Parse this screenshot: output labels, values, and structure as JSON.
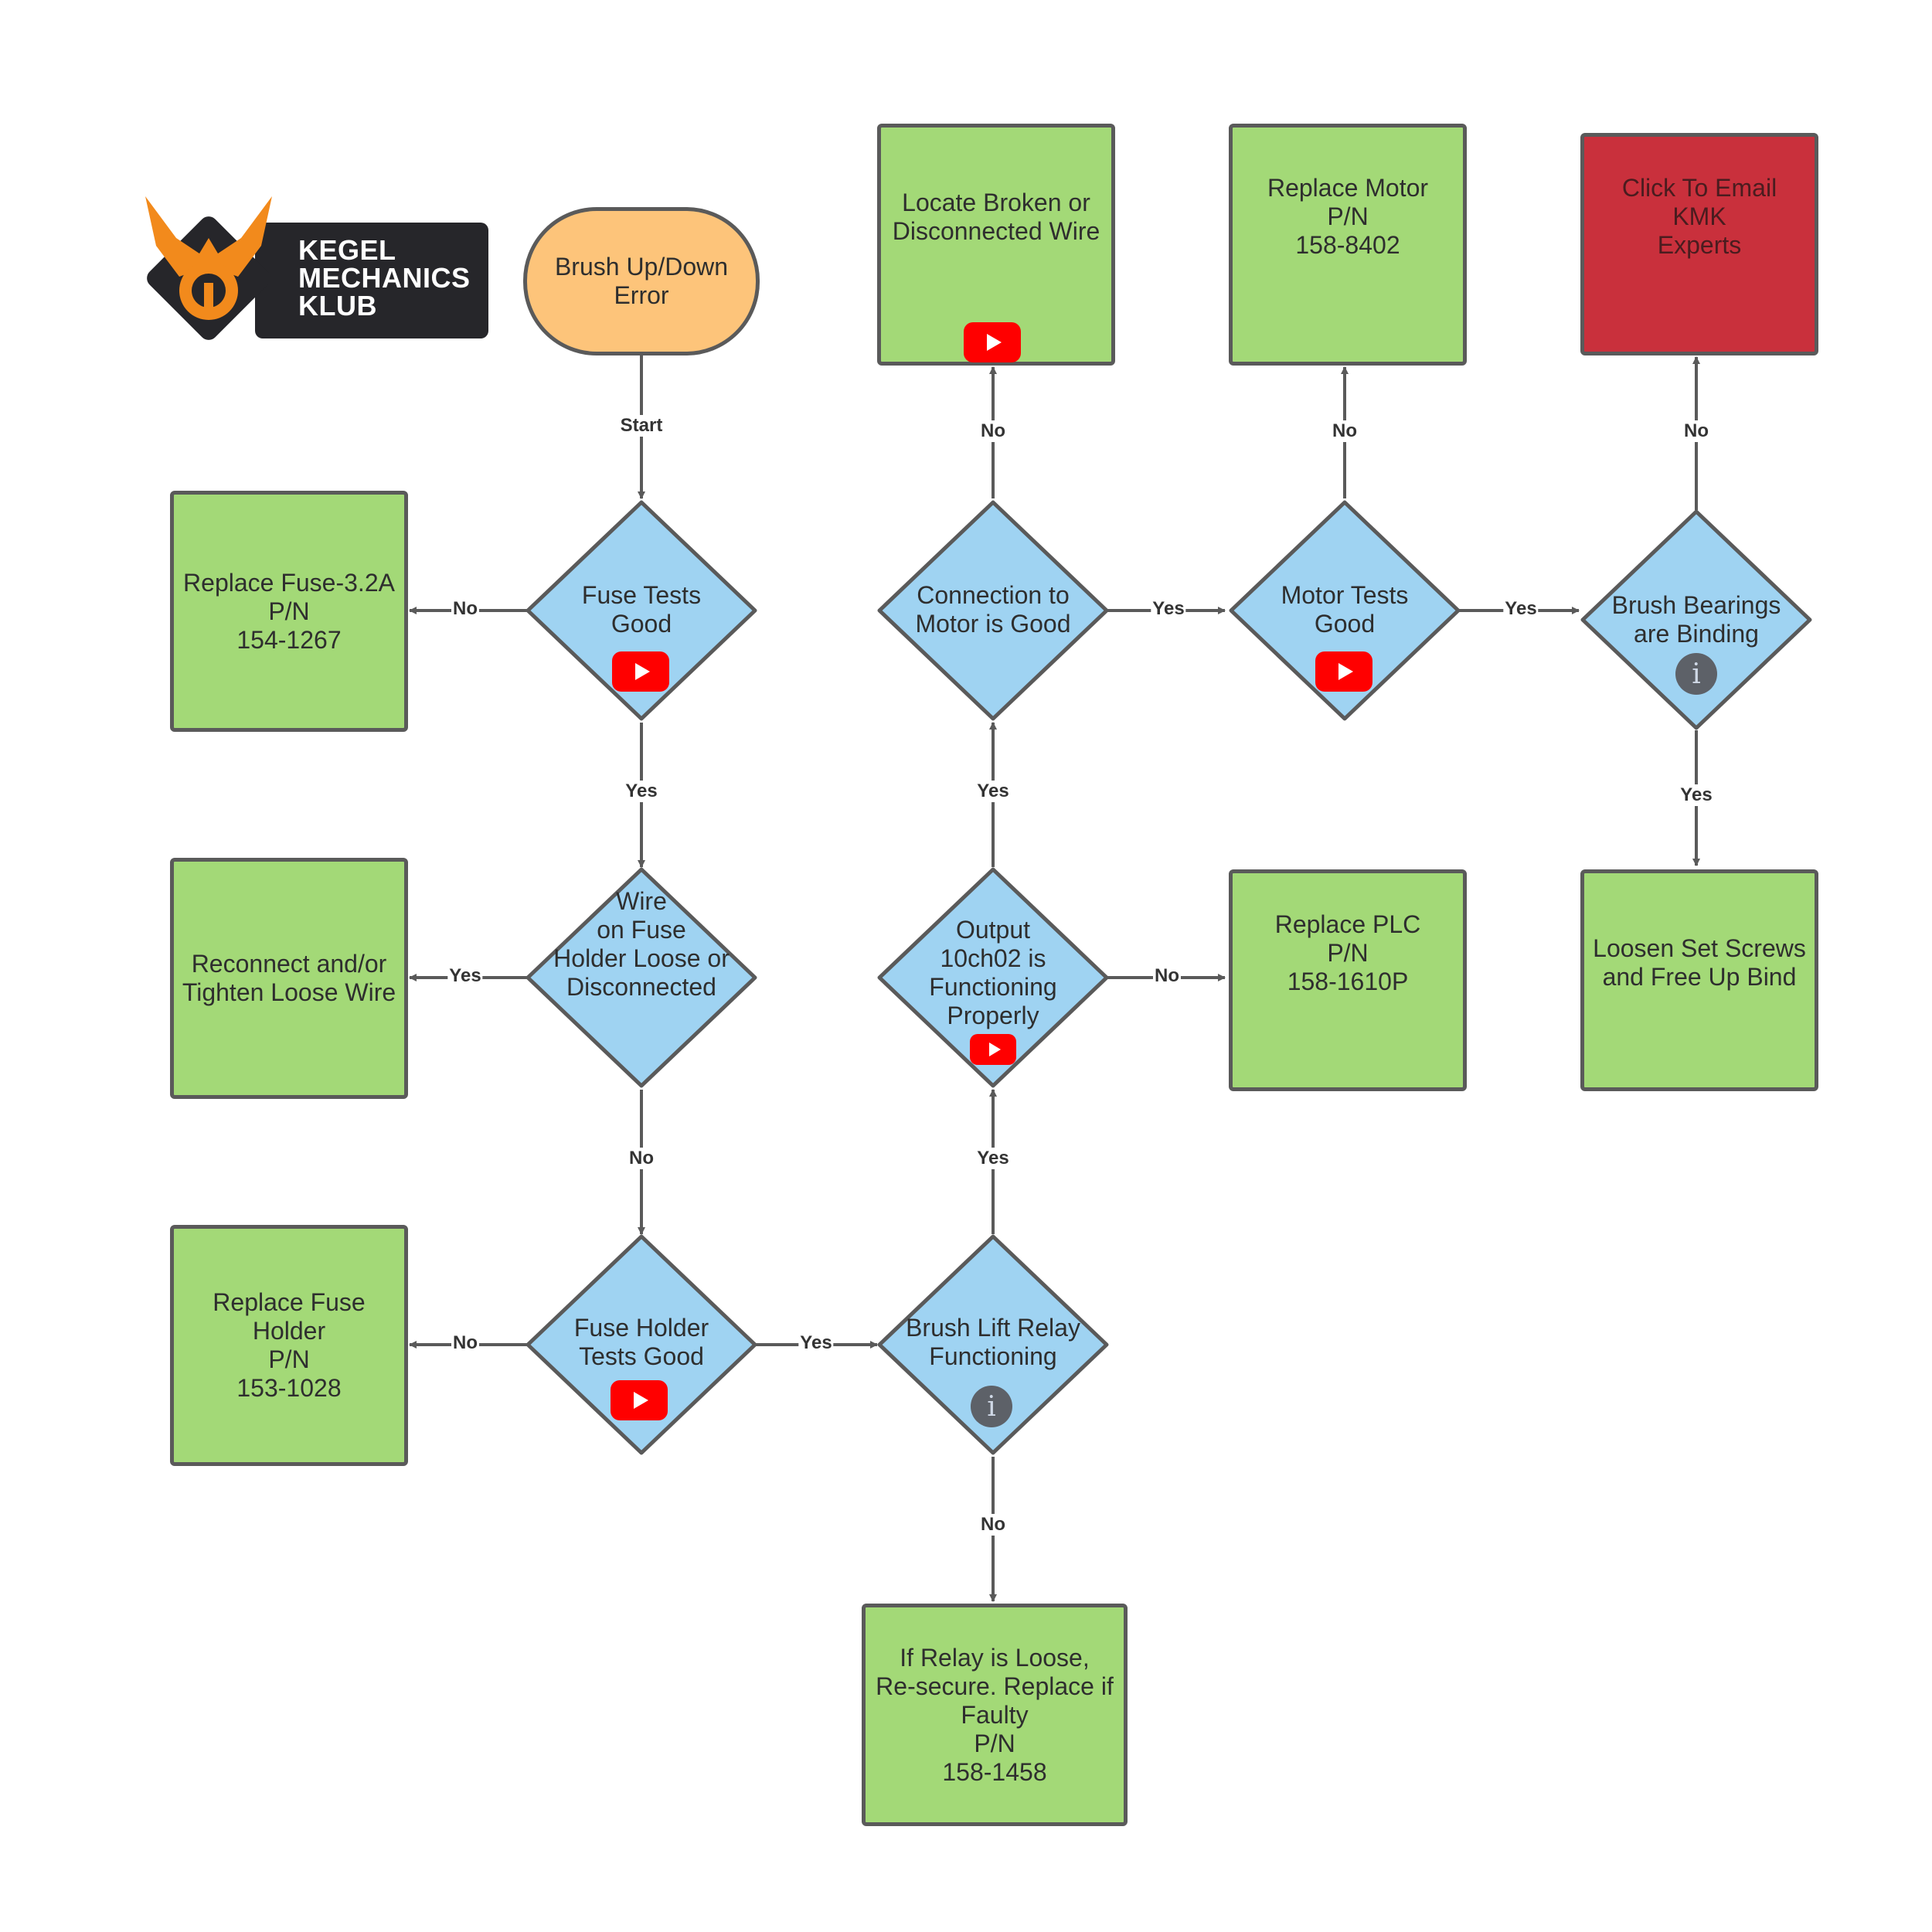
{
  "logo": {
    "text": "KEGEL\nMECHANICS\nKLUB"
  },
  "nodes": {
    "start": "Brush Up/Down\nError",
    "fuse_tests": "Fuse Tests\nGood",
    "replace_fuse": "Replace Fuse-3.2A\nP/N\n154-1267",
    "wire_loose": "Wire\non Fuse\nHolder Loose or\nDisconnected",
    "reconnect": "Reconnect and/or\nTighten Loose Wire",
    "fuse_holder_tests": "Fuse Holder\nTests Good",
    "replace_fuse_holder": "Replace Fuse\nHolder\nP/N\n153-1028",
    "relay_functioning": "Brush Lift Relay\nFunctioning",
    "relay_loose": "If Relay is Loose,\nRe-secure.  Replace if\nFaulty\nP/N\n158-1458",
    "output": "Output\n10ch02 is\nFunctioning\nProperly",
    "replace_plc": "Replace PLC\nP/N\n158-1610P",
    "connection": "Connection to\nMotor is Good",
    "locate_wire": "Locate Broken or\nDisconnected Wire",
    "motor_tests": "Motor Tests\nGood",
    "replace_motor": "Replace Motor\nP/N\n158-8402",
    "bearings": "Brush Bearings\nare Binding",
    "email": "Click To Email KMK\nExperts",
    "loosen": "Loosen Set Screws\nand Free Up Bind"
  },
  "edges": {
    "start": "Start",
    "yes": "Yes",
    "no": "No"
  },
  "colors": {
    "terminal": "#fdc47a",
    "decision": "#9fd3f2",
    "action": "#a3d977",
    "contact": "#c9303c",
    "stroke": "#5a5a5a",
    "youtube": "#ff0000"
  },
  "icons": {
    "video": "youtube-play-icon",
    "info": "info-icon"
  }
}
